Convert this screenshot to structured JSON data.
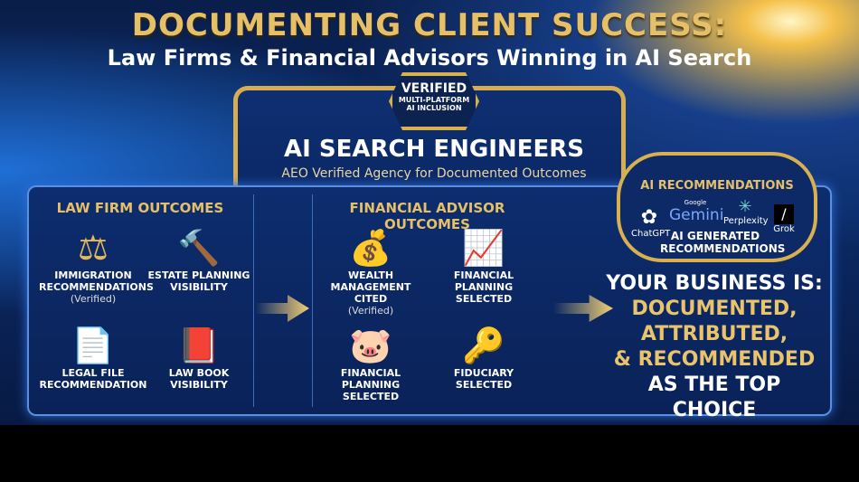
{
  "header": {
    "title": "DOCUMENTING CLIENT SUCCESS:",
    "subtitle": "Law Firms & Financial Advisors Winning in AI Search"
  },
  "badge": {
    "line1": "VERIFIED",
    "line2": "MULTI-PLATFORM",
    "line3": "AI INCLUSION"
  },
  "agency": {
    "name": "AI SEARCH ENGINEERS",
    "tagline": "AEO Verified Agency for Documented Outcomes"
  },
  "law": {
    "heading": "LAW FIRM OUTCOMES",
    "items": [
      {
        "icon": "scales-icon",
        "label": "IMMIGRATION RECOMMENDATIONS",
        "note": "(Verified)"
      },
      {
        "icon": "gavel-icon",
        "label": "ESTATE PLANNING VISIBILITY"
      },
      {
        "icon": "legal-file-icon",
        "label": "LEGAL FILE RECOMMENDATION"
      },
      {
        "icon": "law-book-icon",
        "label": "LAW BOOK VISIBILITY"
      }
    ]
  },
  "finance": {
    "heading": "FINANCIAL ADVISOR OUTCOMES",
    "items": [
      {
        "icon": "coins-icon",
        "label": "WEALTH MANAGEMENT CITED",
        "note": "(Verified)"
      },
      {
        "icon": "growth-chart-icon",
        "label": "FINANCIAL PLANNING SELECTED"
      },
      {
        "icon": "piggy-bank-icon",
        "label": "FINANCIAL PLANNING SELECTED"
      },
      {
        "icon": "key-icon",
        "label": "FIDUCIARY SELECTED"
      }
    ]
  },
  "ai": {
    "heading": "AI RECOMMENDATIONS",
    "platforms": {
      "chatgpt": "ChatGPT",
      "google": "Google",
      "gemini": "Gemini",
      "perplexity": "Perplexity",
      "grok": "Grok"
    },
    "caption1": "AI GENERATED",
    "caption2": "RECOMMENDATIONS"
  },
  "result": {
    "l1": "YOUR BUSINESS IS:",
    "l2": "DOCUMENTED,",
    "l3": "ATTRIBUTED,",
    "l4": "& RECOMMENDED",
    "l5": "AS THE TOP CHOICE"
  },
  "colors": {
    "gold": "#e6c068",
    "navy": "#0b2660"
  }
}
